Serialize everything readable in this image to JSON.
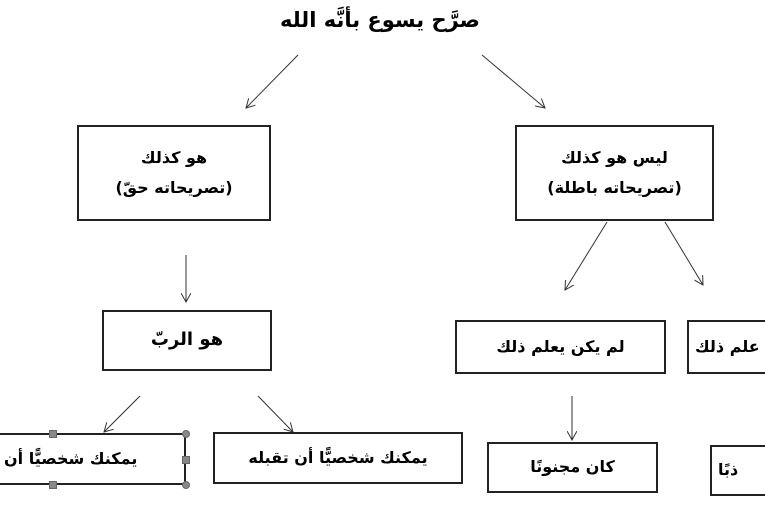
{
  "title": "صرَّح يسوع بأنَّه الله",
  "boxes": {
    "true_claim": {
      "line1": "هو كذلك",
      "line2": "(تصريحاته حقّ)"
    },
    "false_claim": {
      "line1": "ليس هو كذلك",
      "line2": "(تصريحاته باطلة)"
    },
    "lord": "هو الربّ",
    "didnt_know": "لم يكن يعلم ذلك",
    "knew_partial": "علم ذلك",
    "accept": "يمكنك شخصيًّا أن تقبله",
    "reject_partial": "يمكنك شخصيًّا أن",
    "crazy": "كان مجنونًا",
    "liar_partial": "ذبًا"
  }
}
